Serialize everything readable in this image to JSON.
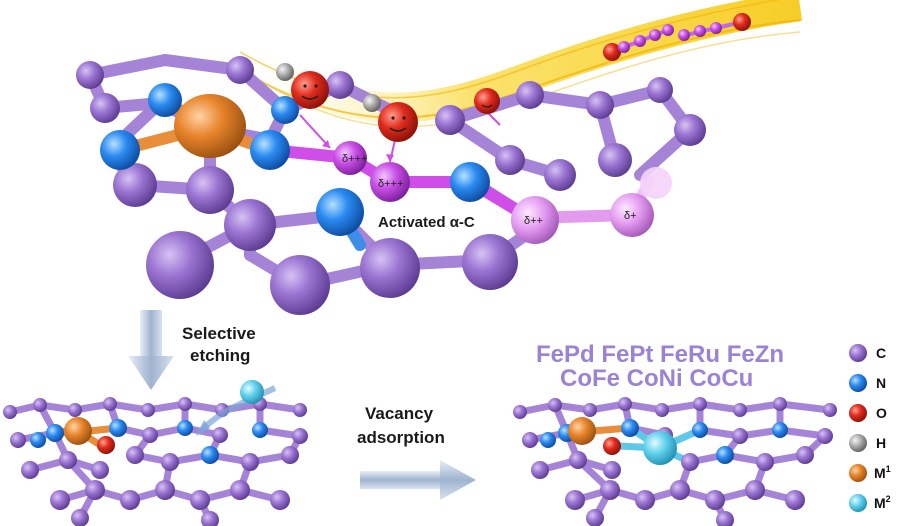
{
  "labels": {
    "activated": "Activated α-C",
    "etching_line1": "Selective",
    "etching_line2": "etching",
    "vacancy_line1": "Vacancy",
    "vacancy_line2": "adsorption"
  },
  "deltas": {
    "d1": "δ+++",
    "d2": "δ+++",
    "d3": "δ++",
    "d4": "δ+"
  },
  "alloys": {
    "row1": "FePd FePt FeRu FeZn",
    "row2": "CoFe CoNi CoCu"
  },
  "legend": [
    {
      "symbol": "C",
      "sup": "",
      "color": "#9a6fcf"
    },
    {
      "symbol": "N",
      "sup": "",
      "color": "#1f7fe0"
    },
    {
      "symbol": "O",
      "sup": "",
      "color": "#d42a1e"
    },
    {
      "symbol": "H",
      "sup": "",
      "color": "#a9a9a9"
    },
    {
      "symbol": "M",
      "sup": "1",
      "color": "#e5822c"
    },
    {
      "symbol": "M",
      "sup": "2",
      "color": "#5fd0ec"
    }
  ],
  "colors": {
    "background": "#ffffff",
    "carbon": "#9a6fcf",
    "bond": "#a07ed6",
    "nitrogen": "#1f7fe0",
    "oxygen": "#d42a1e",
    "hydrogen": "#a9a9a9",
    "metal1": "#e5822c",
    "metal2": "#5fd0ec",
    "activated": "#c74fe0",
    "stream": "#f7d21b",
    "arrow": "#b9c8de"
  }
}
